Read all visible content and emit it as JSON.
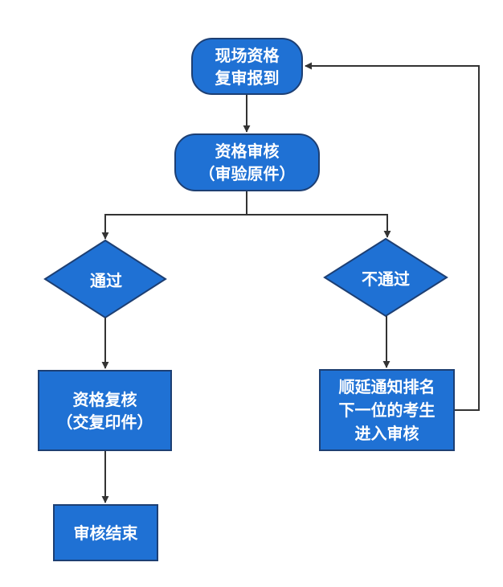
{
  "diagram": {
    "nodes": {
      "start": {
        "lines": [
          "现场资格",
          "复审报到"
        ]
      },
      "review": {
        "lines": [
          "资格审核",
          "（审验原件）"
        ]
      },
      "pass": {
        "label": "通过"
      },
      "fail": {
        "label": "不通过"
      },
      "recheck": {
        "lines": [
          "资格复核",
          "（交复印件）"
        ]
      },
      "end": {
        "label": "审核结束"
      },
      "next": {
        "lines": [
          "顺延通知排名",
          "下一位的考生",
          "进入审核"
        ]
      }
    },
    "colors": {
      "node_fill": "#1f71d4",
      "node_border": "#1d3f73",
      "connector": "#333333",
      "text": "#ffffff",
      "background": "#ffffff"
    }
  }
}
